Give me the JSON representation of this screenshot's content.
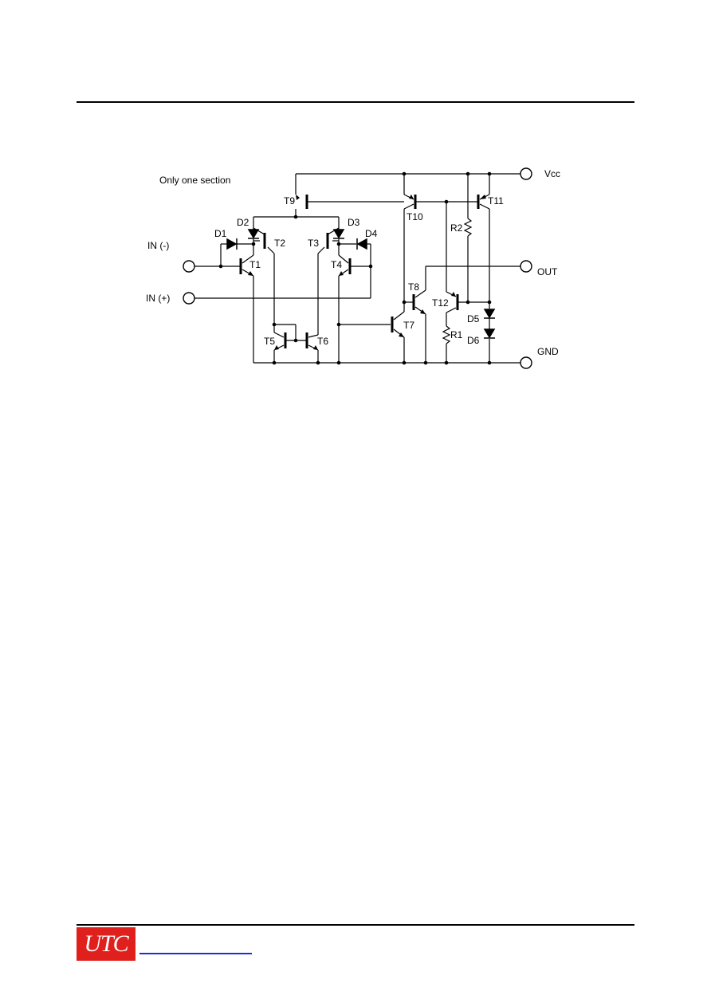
{
  "diagram": {
    "caption": "Only one section",
    "terminals": {
      "vcc": "Vcc",
      "out": "OUT",
      "gnd": "GND",
      "in_minus": "IN  (-)",
      "in_plus": "IN  (+)"
    },
    "transistors": [
      "T1",
      "T2",
      "T3",
      "T4",
      "T5",
      "T6",
      "T7",
      "T8",
      "T9",
      "T10",
      "T11",
      "T12"
    ],
    "diodes": [
      "D1",
      "D2",
      "D3",
      "D4",
      "D5",
      "D6"
    ],
    "resistors": [
      "R1",
      "R2"
    ]
  },
  "footer": {
    "logo": "UTC"
  },
  "colors": {
    "logo_bg": "#e0201c",
    "link": "#1a2ae8"
  }
}
